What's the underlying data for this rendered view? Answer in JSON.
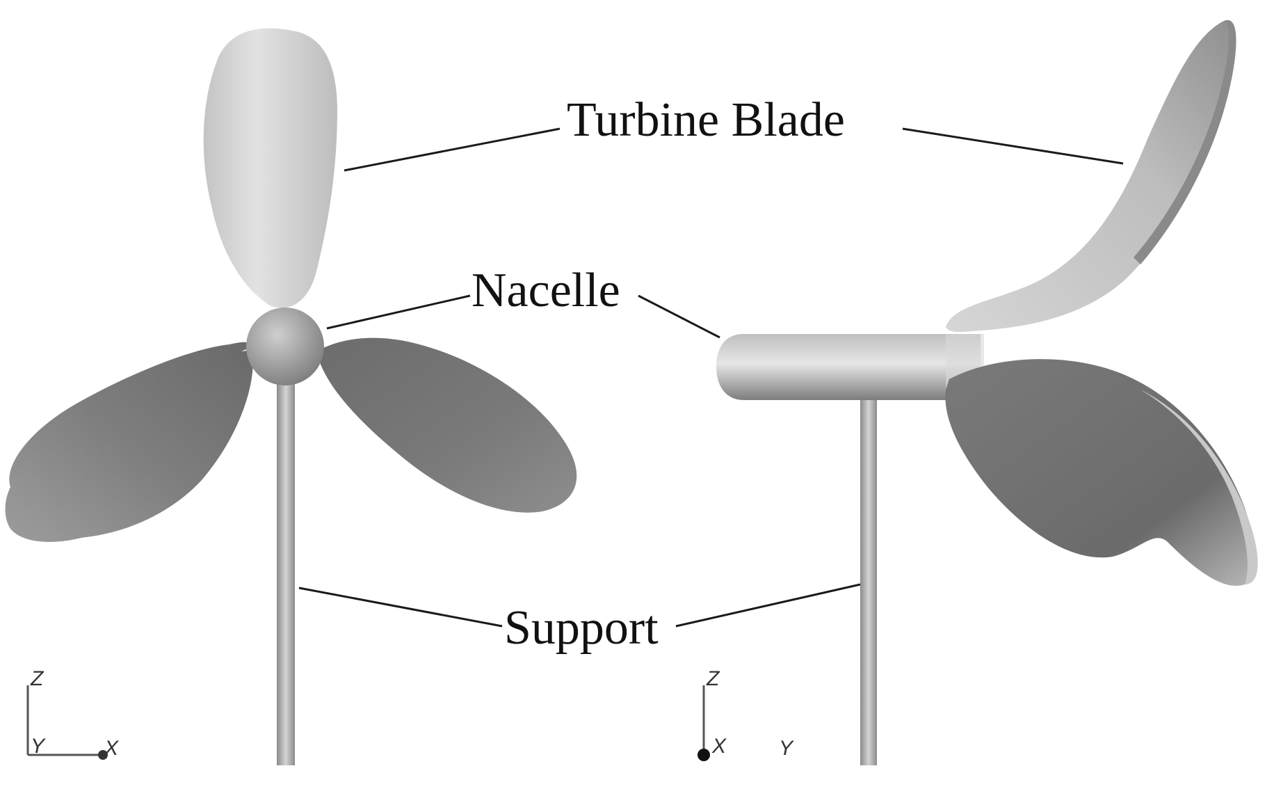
{
  "labels": {
    "turbine_blade": "Turbine Blade",
    "nacelle": "Nacelle",
    "support": "Support"
  },
  "axes_front": {
    "up": "Z",
    "left": "Y",
    "right": "X"
  },
  "axes_side": {
    "up": "Z",
    "out": "X",
    "right": "Y"
  }
}
